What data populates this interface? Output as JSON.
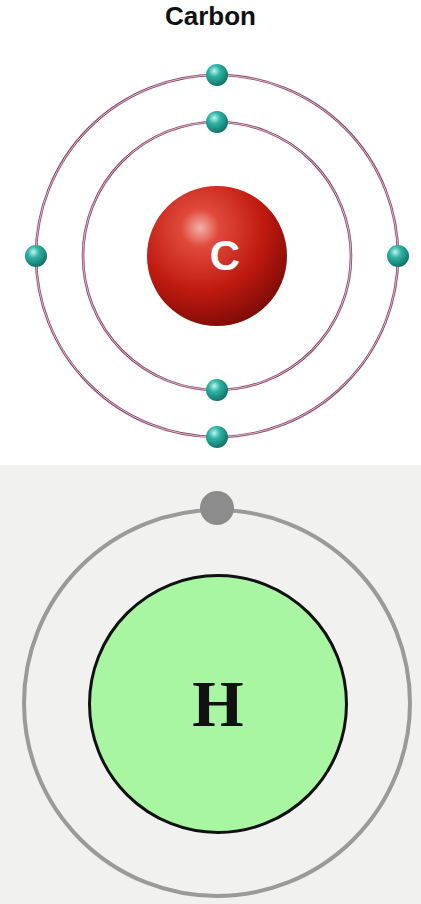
{
  "diagram": {
    "title": "Carbon",
    "nodes": [
      {
        "text": [
          "C"
        ]
      },
      {
        "text": [
          "H"
        ]
      }
    ]
  }
}
